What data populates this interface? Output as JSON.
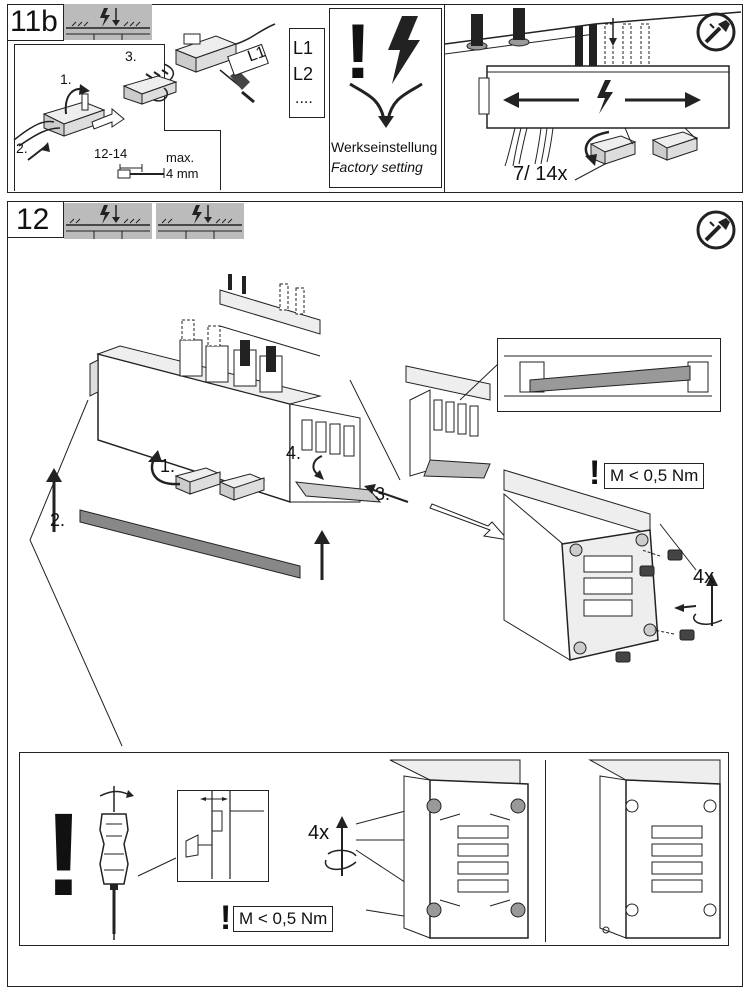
{
  "step11b": {
    "number": "11b",
    "insert_steps": [
      "1.",
      "2.",
      "3."
    ],
    "strip_length": "12-14",
    "max_label": "max.",
    "max_value": "4 mm",
    "phase_label": "L1",
    "phase_list": [
      "L1",
      "L2",
      "...."
    ],
    "factory_de": "Werkseinstellung",
    "factory_en": "Factory setting",
    "wire_count": "7/ 14x"
  },
  "step12": {
    "number": "12",
    "assembly_steps": [
      "1.",
      "2.",
      "3.",
      "4."
    ],
    "torque": "M < 0,5 Nm",
    "screw_count": "4x",
    "detail_screw_count": "4x",
    "detail_torque": "M < 0,5 Nm"
  }
}
